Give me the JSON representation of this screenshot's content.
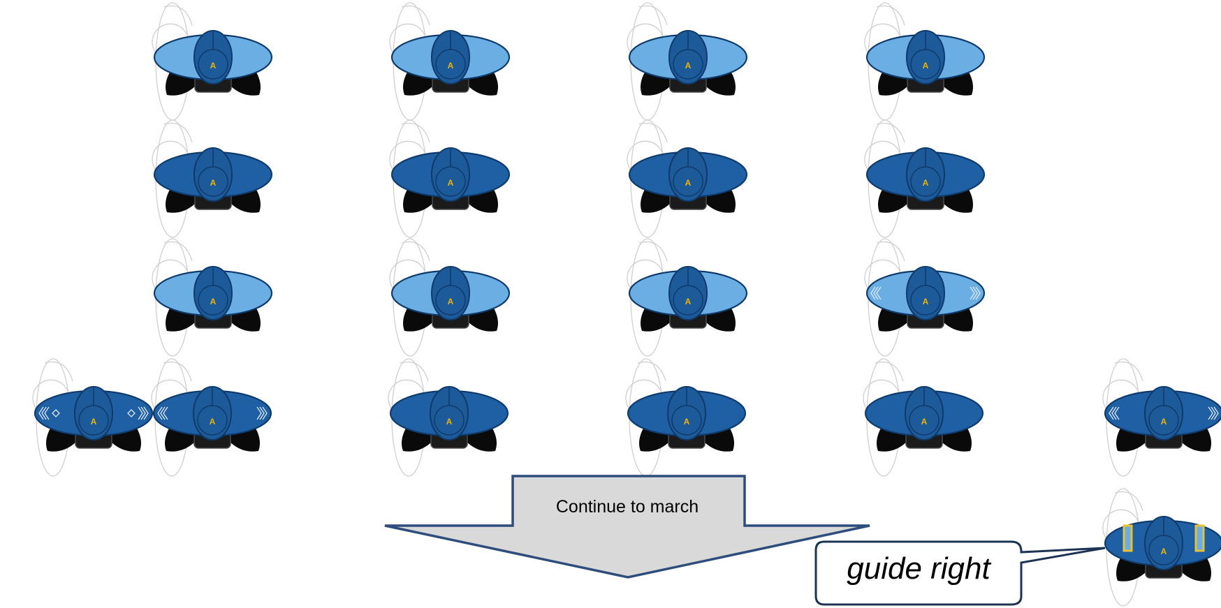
{
  "figure": {
    "soldier_letter": "A",
    "formation_rows": [
      {
        "style": "light",
        "soldiers": [
          {
            "marks": "none"
          },
          {
            "marks": "none"
          },
          {
            "marks": "none"
          },
          {
            "marks": "none"
          }
        ]
      },
      {
        "style": "dark",
        "soldiers": [
          {
            "marks": "none"
          },
          {
            "marks": "none"
          },
          {
            "marks": "none"
          },
          {
            "marks": "none"
          }
        ]
      },
      {
        "style": "light",
        "soldiers": [
          {
            "marks": "none"
          },
          {
            "marks": "none"
          },
          {
            "marks": "none"
          },
          {
            "marks": "chevrons"
          }
        ]
      },
      {
        "style": "dark",
        "soldiers": [
          {
            "marks": "chevrons-diamonds"
          },
          {
            "marks": "chevrons"
          },
          {
            "marks": "none"
          },
          {
            "marks": "none"
          },
          {
            "marks": "none"
          },
          {
            "marks": "chevrons"
          }
        ]
      }
    ],
    "guide_soldier": {
      "style": "dark",
      "marks": "yellow-bars"
    },
    "arrow_label": "Continue to march",
    "callout_label": "guide right",
    "colors": {
      "light_fill": "#6aaee4",
      "dark_fill": "#1f5fa4",
      "outline": "#0f3b6c",
      "helmet_inner": "#1d5a9a",
      "letter": "#f0b400",
      "boots": "#0a0a0a",
      "ghost": "#cfcfcf",
      "arrow_fill": "#d9d9d9",
      "arrow_stroke": "#2e4d7c",
      "callout_stroke": "#1c3354",
      "guide_bar": "#e8c234"
    }
  }
}
